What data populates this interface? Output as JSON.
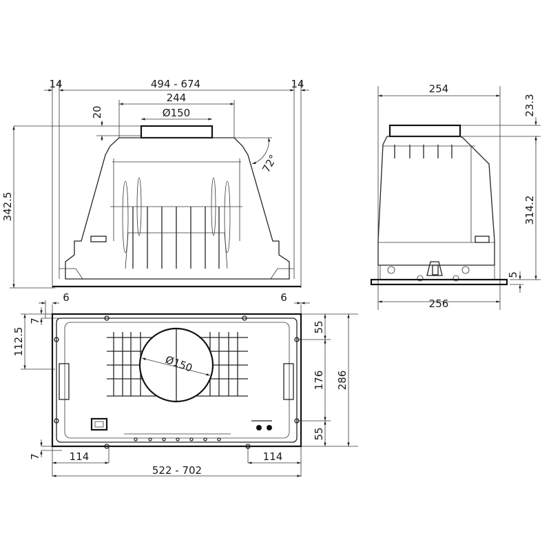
{
  "drawing": {
    "title": "Built-in cooker hood dimension drawing",
    "units": "mm",
    "line_color": "#1a1a1a",
    "background": "#ffffff"
  },
  "front_view": {
    "overall_width": "494 - 674",
    "left_margin": "14",
    "right_margin": "14",
    "body_width": "244",
    "outlet_diameter": "Ø150",
    "outlet_height": "20",
    "angle": "72°",
    "height": "342.5"
  },
  "side_view": {
    "top_width": "254",
    "outlet_height": "23.3",
    "body_height": "314.2",
    "flange_thickness": "5",
    "bottom_width": "256"
  },
  "bottom_view": {
    "left_offset": "6",
    "right_offset": "6",
    "top_edge": "7",
    "bottom_edge": "7",
    "center_to_top": "112.5",
    "outlet_diameter": "Ø150",
    "left_spacing": "114",
    "right_spacing": "114",
    "overall_width": "522 - 702",
    "top_segment": "55",
    "middle_segment": "176",
    "bottom_segment": "55",
    "overall_depth": "286"
  }
}
